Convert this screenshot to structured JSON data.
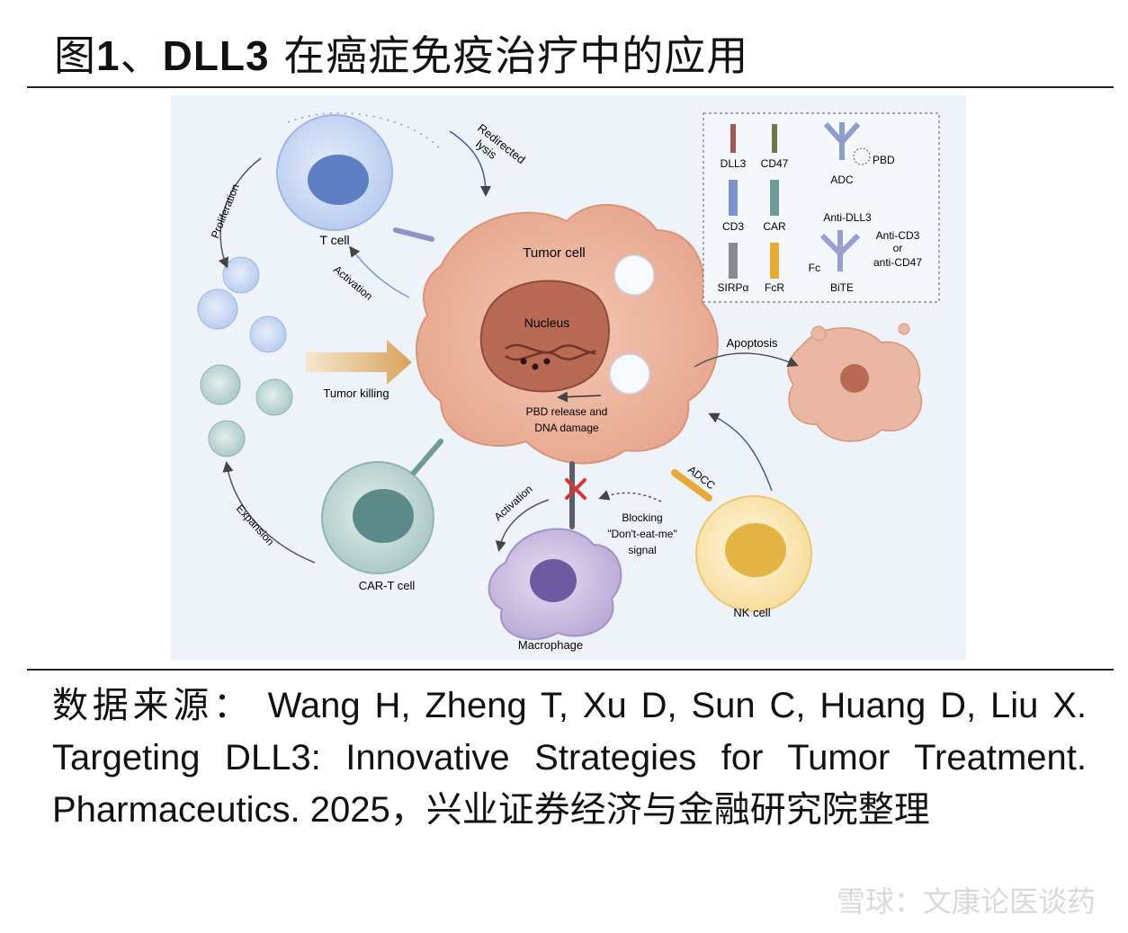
{
  "header": {
    "title_prefix": "图",
    "title_num": "1",
    "title_sep": "、",
    "title_name": "DLL3",
    "title_rest": " 在癌症免疫治疗中的应用"
  },
  "diagram": {
    "legend": {
      "dll3": "DLL3",
      "cd47": "CD47",
      "adc": "ADC",
      "pbd": "PBD",
      "cd3": "CD3",
      "car": "CAR",
      "anti_dll3": "Anti-DLL3",
      "anti_cd3": "Anti-CD3",
      "or": "or",
      "anti_cd47": "anti-CD47",
      "fc": "Fc",
      "sirpa": "SIRPα",
      "fcr": "FcR",
      "bite": "BiTE"
    },
    "labels": {
      "redirected": "Redirected",
      "lysis": "lysis",
      "t_cell": "T cell",
      "proliferation": "Proliferation",
      "activation_t": "Activation",
      "tumor_cell": "Tumor cell",
      "nucleus": "Nucleus",
      "pbd_release": "PBD release and",
      "dna_damage": "DNA damage",
      "tumor_killing": "Tumor killing",
      "apoptosis": "Apoptosis",
      "expansion": "Expansion",
      "car_t_cell": "CAR-T cell",
      "activation_m": "Activation",
      "adcc": "ADCC",
      "blocking": "Blocking",
      "dont_eat_me": "\"Don't-eat-me\"",
      "signal": "signal",
      "macrophage": "Macrophage",
      "nk_cell": "NK cell"
    }
  },
  "source": {
    "label": "数据来源：",
    "text": "Wang H, Zheng T, Xu D, Sun C, Huang D, Liu X. Targeting DLL3: Innovative Strategies for Tumor Treatment. Pharmaceutics. 2025，兴业证券经济与金融研究院整理"
  },
  "watermark": "雪球：文康论医谈药"
}
